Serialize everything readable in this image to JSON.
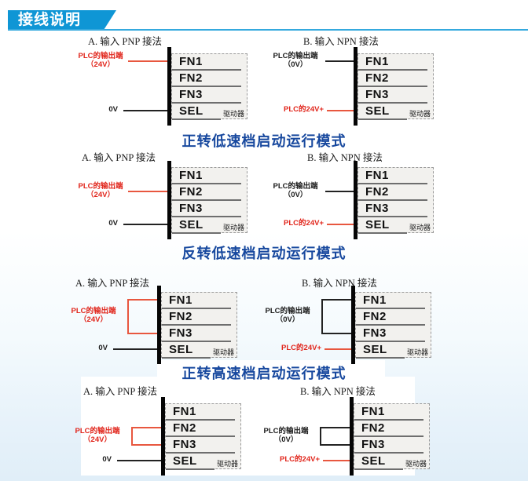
{
  "banner": {
    "title": "接线说明"
  },
  "colors": {
    "banner_blue": "#0f96d5",
    "banner_underline": "#35a9de",
    "caption_blue": "#17489e",
    "wire_red": "#e8573f",
    "label_red": "#e1251b",
    "wire_black": "#222222",
    "box_fill": "#f2f1ee",
    "page_bottom_tint": "#e0eef8"
  },
  "sections": [
    {
      "caption": "正转低速档启动运行模式",
      "diagrams": [
        {
          "heading": "A. 输入 PNP 接法",
          "top_label": [
            "PLC的输出端",
            "（24V）"
          ],
          "top_wire_color": "red",
          "top_targets": [
            "FN1"
          ],
          "bottom_label": "0V",
          "bottom_wire_color": "black",
          "bottom_target": "SEL",
          "terminals": [
            "FN1",
            "FN2",
            "FN3",
            "SEL"
          ],
          "device_label": "驱动器"
        },
        {
          "heading": "B. 输入 NPN 接法",
          "top_label": [
            "PLC的输出端",
            "（0V）"
          ],
          "top_wire_color": "black",
          "top_targets": [
            "FN1"
          ],
          "bottom_label": "PLC的24V+",
          "bottom_wire_color": "red",
          "bottom_target": "SEL",
          "terminals": [
            "FN1",
            "FN2",
            "FN3",
            "SEL"
          ],
          "device_label": "驱动器"
        }
      ]
    },
    {
      "caption": "反转低速档启动运行模式",
      "diagrams": [
        {
          "heading": "A. 输入 PNP 接法",
          "top_label": [
            "PLC的输出端",
            "（24V）"
          ],
          "top_wire_color": "red",
          "top_targets": [
            "FN2"
          ],
          "bottom_label": "0V",
          "bottom_wire_color": "black",
          "bottom_target": "SEL",
          "terminals": [
            "FN1",
            "FN2",
            "FN3",
            "SEL"
          ],
          "device_label": "驱动器"
        },
        {
          "heading": "B. 输入 NPN 接法",
          "top_label": [
            "PLC的输出端",
            "（0V）"
          ],
          "top_wire_color": "black",
          "top_targets": [
            "FN2"
          ],
          "bottom_label": "PLC的24V+",
          "bottom_wire_color": "red",
          "bottom_target": "SEL",
          "terminals": [
            "FN1",
            "FN2",
            "FN3",
            "SEL"
          ],
          "device_label": "驱动器"
        }
      ]
    },
    {
      "caption": "正转高速档启动运行模式",
      "diagrams": [
        {
          "heading": "A. 输入 PNP 接法",
          "top_label": [
            "PLC的输出端",
            "（24V）"
          ],
          "top_wire_color": "red",
          "top_targets": [
            "FN1",
            "FN3"
          ],
          "bottom_label": "0V",
          "bottom_wire_color": "black",
          "bottom_target": "SEL",
          "terminals": [
            "FN1",
            "FN2",
            "FN3",
            "SEL"
          ],
          "device_label": "驱动器"
        },
        {
          "heading": "B. 输入 NPN 接法",
          "top_label": [
            "PLC的输出端",
            "（0V）"
          ],
          "top_wire_color": "black",
          "top_targets": [
            "FN1",
            "FN3"
          ],
          "bottom_label": "PLC的24V+",
          "bottom_wire_color": "red",
          "bottom_target": "SEL",
          "terminals": [
            "FN1",
            "FN2",
            "FN3",
            "SEL"
          ],
          "device_label": "驱动器"
        }
      ]
    },
    {
      "caption": "",
      "diagrams": [
        {
          "heading": "A. 输入 PNP 接法",
          "top_label": [
            "PLC的输出端",
            "（24V）"
          ],
          "top_wire_color": "red",
          "top_targets": [
            "FN2",
            "FN3"
          ],
          "bottom_label": "0V",
          "bottom_wire_color": "black",
          "bottom_target": "SEL",
          "terminals": [
            "FN1",
            "FN2",
            "FN3",
            "SEL"
          ],
          "device_label": "驱动器"
        },
        {
          "heading": "B. 输入 NPN 接法",
          "top_label": [
            "PLC的输出端",
            "（0V）"
          ],
          "top_wire_color": "black",
          "top_targets": [
            "FN2",
            "FN3"
          ],
          "bottom_label": "PLC的24V+",
          "bottom_wire_color": "red",
          "bottom_target": "SEL",
          "terminals": [
            "FN1",
            "FN2",
            "FN3",
            "SEL"
          ],
          "device_label": "驱动器"
        }
      ]
    }
  ]
}
